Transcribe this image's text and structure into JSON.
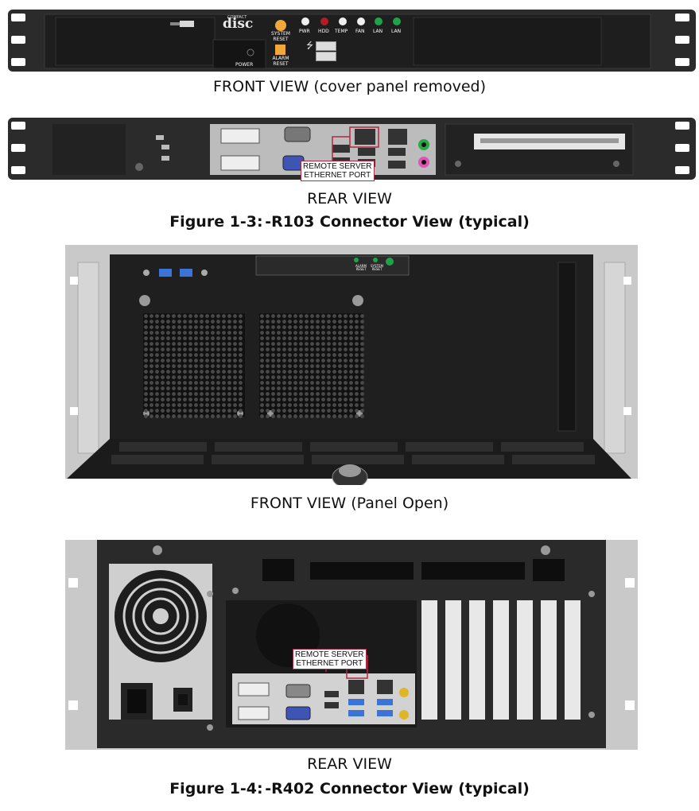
{
  "r103": {
    "front": {
      "brand": "disc",
      "brand_sub": "COMPACT",
      "buttons": {
        "system_reset": "SYSTEM RESET",
        "alarm_reset": "ALARM RESET",
        "power": "POWER"
      },
      "leds": [
        "PWR",
        "HDD",
        "TEMP",
        "FAN",
        "LAN",
        "LAN"
      ],
      "caption": "FRONT VIEW (cover panel removed)"
    },
    "rear": {
      "callout": "REMOTE SERVER\nETHERNET PORT",
      "caption": "REAR VIEW"
    },
    "figure": {
      "number": "Figure 1-3:",
      "title": "-R103 Connector View (typical)"
    }
  },
  "r402": {
    "front": {
      "panel_labels": {
        "alarm_reset": "ALARM RESET",
        "system_reset": "SYSTEM RESET"
      },
      "caption": "FRONT VIEW (Panel Open)"
    },
    "rear": {
      "callout": "REMOTE SERVER\nETHERNET PORT",
      "caption": "REAR VIEW"
    },
    "figure": {
      "number": "Figure 1-4:",
      "title": "-R402 Connector View (typical)"
    }
  },
  "colors": {
    "chassis": "#2b2b2b",
    "panel": "#c9c9c9",
    "callout_border": "#b2283f",
    "led_green": "#1fa34a",
    "led_red": "#b01e23",
    "button_orange": "#f2a73a"
  }
}
